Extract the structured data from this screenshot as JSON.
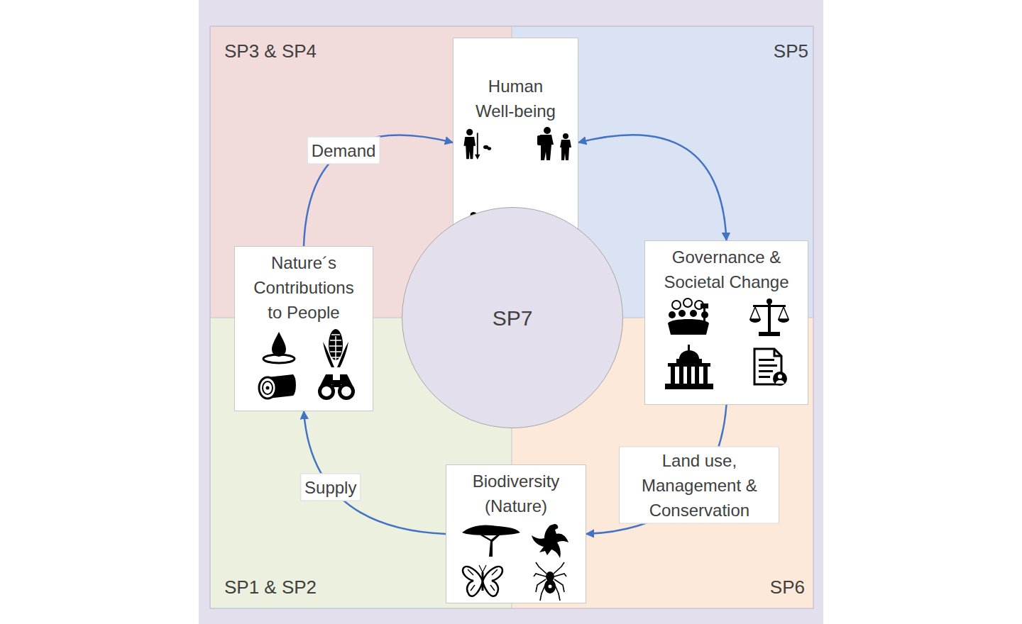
{
  "diagram": {
    "nodes": [
      {
        "text": [
          "Human Well-being"
        ]
      },
      {
        "text": [
          "Governance & Societal Change"
        ]
      },
      {
        "text": [
          "Nature´s Contributions to People"
        ]
      },
      {
        "text": [
          "SP7"
        ]
      },
      {
        "text": [
          "Biodiversity (Nature)"
        ]
      }
    ],
    "edges": [
      {
        "from": 2,
        "to": 0,
        "label": "Demand",
        "arrow": "to"
      },
      {
        "from": 0,
        "to": 1,
        "arrow": "both"
      },
      {
        "from": 1,
        "to": 4,
        "label": "Land use, Management & Conservation",
        "arrow": "to"
      },
      {
        "from": 4,
        "to": 2,
        "label": "Supply",
        "arrow": "to"
      }
    ],
    "labels": [
      "SP3 & SP4",
      "SP5",
      "SP1 & SP2",
      "SP6"
    ]
  }
}
